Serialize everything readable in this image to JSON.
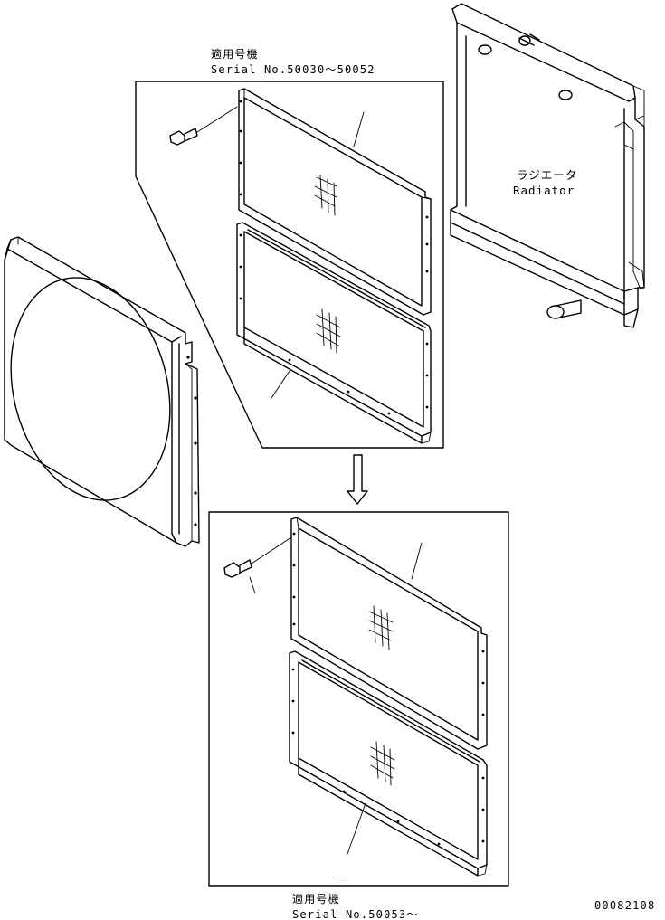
{
  "top_group": {
    "applicable_label": "適用号機",
    "serial_label": "Serial No.50030～50052"
  },
  "bottom_group": {
    "applicable_label": "適用号機",
    "serial_label": "Serial No.50053～"
  },
  "radiator": {
    "label_ja": "ラジエータ",
    "label_en": "Radiator"
  },
  "bottom_dash": "–",
  "drawing_number": "00082108"
}
